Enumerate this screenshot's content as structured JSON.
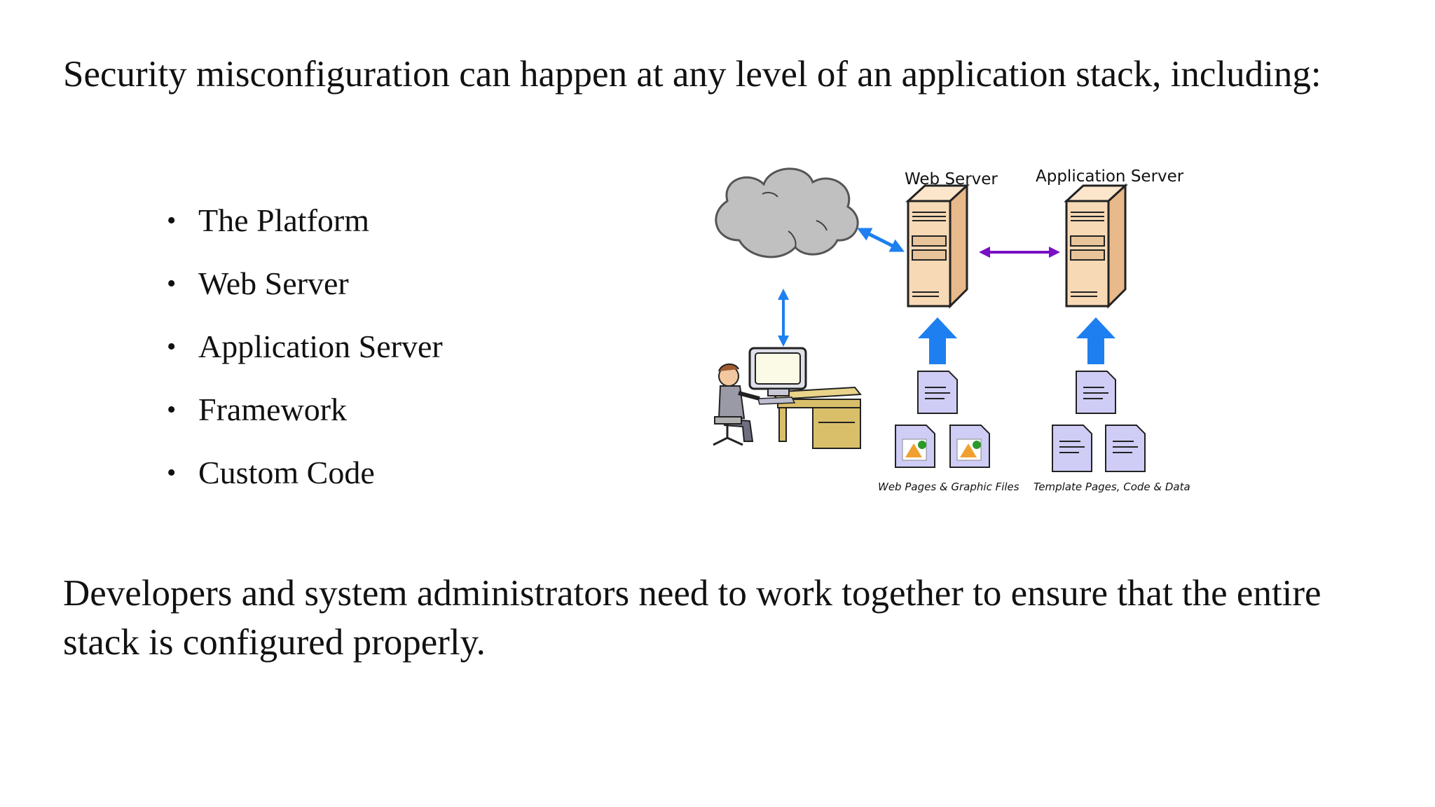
{
  "heading": "Security misconfiguration can happen at any level of an application stack, including:",
  "bullets": [
    "The Platform",
    "Web Server",
    "Application Server",
    "Framework",
    "Custom Code"
  ],
  "bullet_marker": "•",
  "diagram": {
    "web_server_label": "Web Server",
    "app_server_label": "Application Server",
    "web_files_caption": "Web Pages & Graphic Files",
    "app_files_caption": "Template Pages, Code & Data",
    "colors": {
      "cloud": "#c0c0c0",
      "server": "#f7d9b5",
      "document": "#cfcdf5",
      "blue_arrow": "#1e7ff0",
      "purple_arrow": "#7a0fc4",
      "desk": "#d9bf6a"
    }
  },
  "footer": "Developers and system administrators need to work together to ensure that the entire stack is configured properly."
}
